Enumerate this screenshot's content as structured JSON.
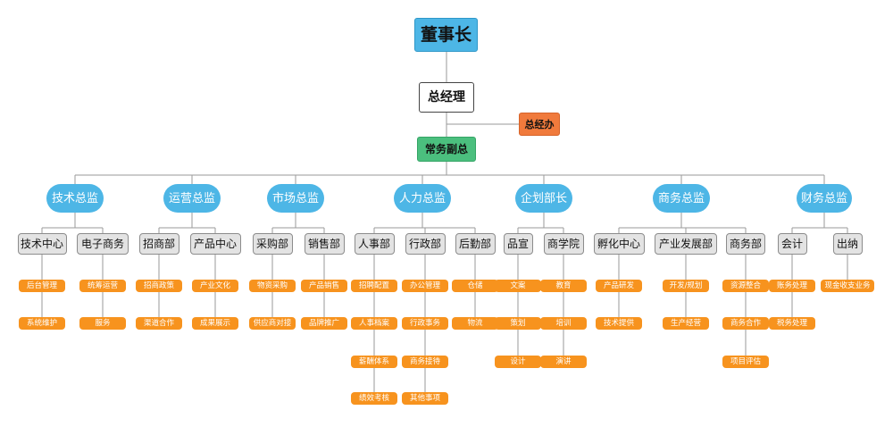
{
  "chairman": "董事长",
  "general_manager": "总经理",
  "gm_office": "总经办",
  "executive_vp": "常务副总",
  "directors": [
    {
      "label": "技术总监",
      "departments": [
        {
          "label": "技术中心",
          "tasks": [
            "后台管理",
            "系统维护"
          ]
        },
        {
          "label": "电子商务",
          "tasks": [
            "统筹运营",
            "服务"
          ]
        }
      ]
    },
    {
      "label": "运营总监",
      "departments": [
        {
          "label": "招商部",
          "tasks": [
            "招商政策",
            "渠道合作"
          ]
        },
        {
          "label": "产品中心",
          "tasks": [
            "产业文化",
            "成果展示"
          ]
        }
      ]
    },
    {
      "label": "市场总监",
      "departments": [
        {
          "label": "采购部",
          "tasks": [
            "物资采购",
            "供应商对接"
          ]
        },
        {
          "label": "销售部",
          "tasks": [
            "产品销售",
            "品牌推广"
          ]
        }
      ]
    },
    {
      "label": "人力总监",
      "departments": [
        {
          "label": "人事部",
          "tasks": [
            "招聘配置",
            "人事档案",
            "薪酬体系",
            "绩效考核"
          ]
        },
        {
          "label": "行政部",
          "tasks": [
            "办公管理",
            "行政事务",
            "商务接待",
            "其他事项"
          ]
        },
        {
          "label": "后勤部",
          "tasks": [
            "仓储",
            "物流"
          ]
        }
      ]
    },
    {
      "label": "企划部长",
      "departments": [
        {
          "label": "品宣",
          "tasks": [
            "文案",
            "策划",
            "设计"
          ]
        },
        {
          "label": "商学院",
          "tasks": [
            "教育",
            "培训",
            "演讲"
          ]
        }
      ]
    },
    {
      "label": "商务总监",
      "departments": [
        {
          "label": "孵化中心",
          "tasks": [
            "产品研发",
            "技术提供"
          ]
        },
        {
          "label": "产业发展部",
          "tasks": [
            "开发/规划",
            "生产经营"
          ]
        },
        {
          "label": "商务部",
          "tasks": [
            "资源整合",
            "商务合作",
            "项目评估"
          ]
        }
      ]
    },
    {
      "label": "财务总监",
      "departments": [
        {
          "label": "会计",
          "tasks": [
            "账务处理",
            "税务处理"
          ]
        },
        {
          "label": "出纳",
          "tasks": [
            "现金收支业务"
          ]
        }
      ]
    }
  ]
}
